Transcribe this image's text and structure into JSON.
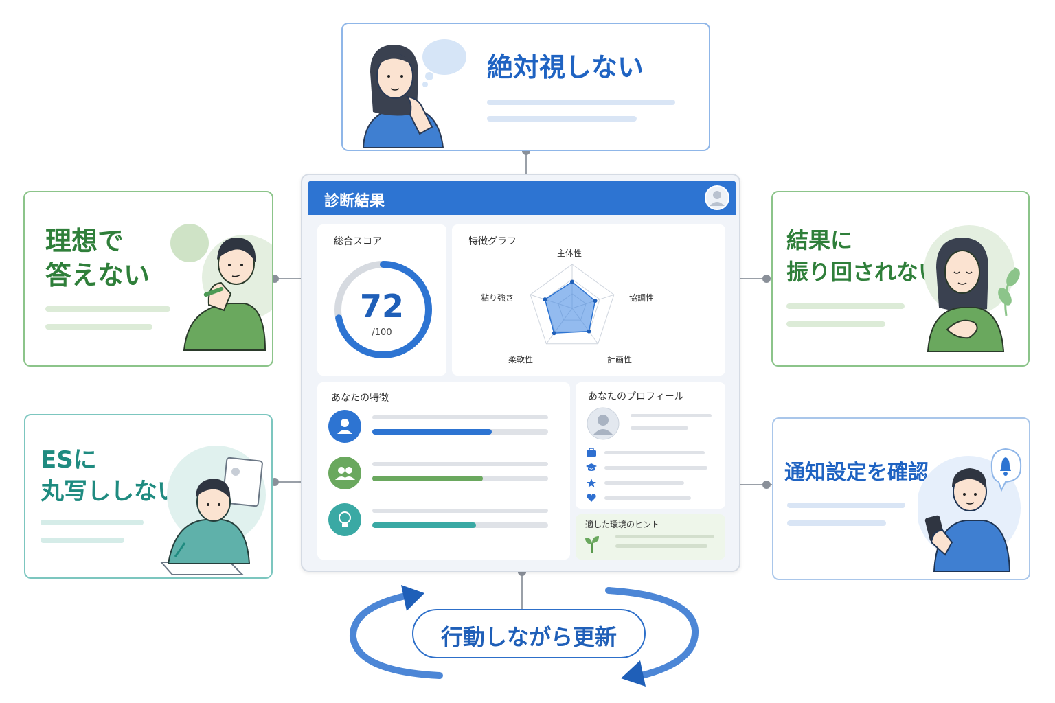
{
  "cards": {
    "top": {
      "title": "絶対視しない"
    },
    "left_top": {
      "line1": "理想で",
      "line2": "答えない"
    },
    "left_bottom": {
      "line1": "ESに",
      "line2": "丸写ししない"
    },
    "right_top": {
      "line1": "結果に",
      "line2": "振り回されない"
    },
    "right_bottom": {
      "title": "通知設定を確認"
    }
  },
  "dashboard": {
    "header_title": "診断結果",
    "score_panel": {
      "title": "総合スコア",
      "score": "72",
      "max": "/100",
      "progress": 0.72
    },
    "graph_panel": {
      "title": "特徴グラフ",
      "axes": [
        "主体性",
        "協調性",
        "計画性",
        "柔軟性",
        "粘り強さ"
      ],
      "values": [
        0.6,
        0.55,
        0.65,
        0.7,
        0.65
      ]
    },
    "traits_panel": {
      "title": "あなたの特徴",
      "bars": [
        {
          "icon": "person-icon",
          "color": "#2d74d2",
          "fill": 0.68
        },
        {
          "icon": "group-icon",
          "color": "#6aa85e",
          "fill": 0.63
        },
        {
          "icon": "lightbulb-icon",
          "color": "#3aa9a4",
          "fill": 0.59
        }
      ]
    },
    "profile_panel": {
      "title": "あなたのプロフィール",
      "icons": [
        "briefcase-icon",
        "graduation-cap-icon",
        "star-icon",
        "heart-icon"
      ]
    },
    "hint_panel": {
      "title": "適した環境のヒント",
      "icon": "sprout-icon"
    }
  },
  "cycle": {
    "label": "行動しながら更新"
  },
  "colors": {
    "blue": "#1f63c2",
    "green": "#2f7f3a",
    "teal": "#1f8b80",
    "header": "#2d74d2"
  }
}
